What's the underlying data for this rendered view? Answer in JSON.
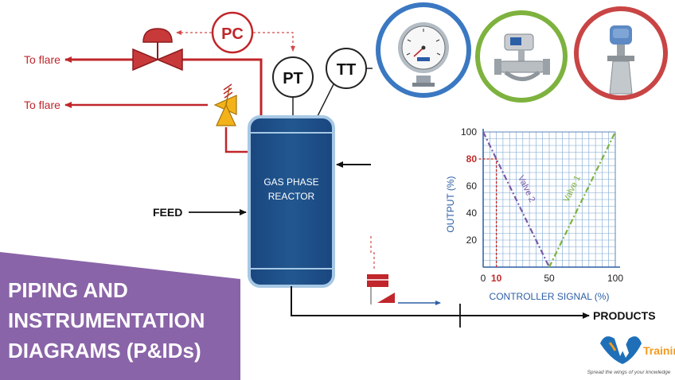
{
  "diagram": {
    "flare_label_1": "To flare",
    "flare_label_2": "To flare",
    "pc_label": "PC",
    "pt_label": "PT",
    "tt_label": "TT",
    "reactor_label_line1": "GAS PHASE",
    "reactor_label_line2": "REACTOR",
    "feed_label": "FEED",
    "products_label": "PRODUCTS",
    "colors": {
      "process_red": "#c0262b",
      "reactor_fill": "#1e4f8c",
      "reactor_edge": "#a6c8e4",
      "signal_red": "#d34a4a",
      "circle_blue": "#3a78c2",
      "circle_green": "#7eb23e",
      "circle_red": "#c94444",
      "banner_purple": "#8a64a8"
    }
  },
  "photos": [
    {
      "icon": "pressure-gauge-icon"
    },
    {
      "icon": "flowmeter-icon"
    },
    {
      "icon": "radar-level-transmitter-icon"
    }
  ],
  "chart_data": {
    "type": "line",
    "xlabel": "CONTROLLER SIGNAL (%)",
    "ylabel": "OUTPUT (%)",
    "xlim": [
      0,
      100
    ],
    "ylim": [
      0,
      100
    ],
    "x_ticks": [
      "0",
      "10",
      "50",
      "100"
    ],
    "y_ticks": [
      "100",
      "80",
      "60",
      "40",
      "20"
    ],
    "grid": true,
    "series": [
      {
        "name": "Valve 2",
        "color": "#7a5aa6",
        "points": [
          [
            0,
            100
          ],
          [
            50,
            0
          ]
        ]
      },
      {
        "name": "Valve 1",
        "color": "#7eb23e",
        "points": [
          [
            50,
            0
          ],
          [
            100,
            100
          ]
        ]
      }
    ],
    "annotation": {
      "x": 10,
      "y": 80,
      "color": "#c02a2a"
    }
  },
  "banner": {
    "line1": "PIPING AND",
    "line2": "INSTRUMENTATION",
    "line3": "DIAGRAMS (P&IDs)"
  },
  "logo": {
    "text": "Training",
    "tagline": "Spread the wings of your knowledge",
    "colors": {
      "blue": "#1e6fb8",
      "orange": "#f39a1e"
    }
  }
}
